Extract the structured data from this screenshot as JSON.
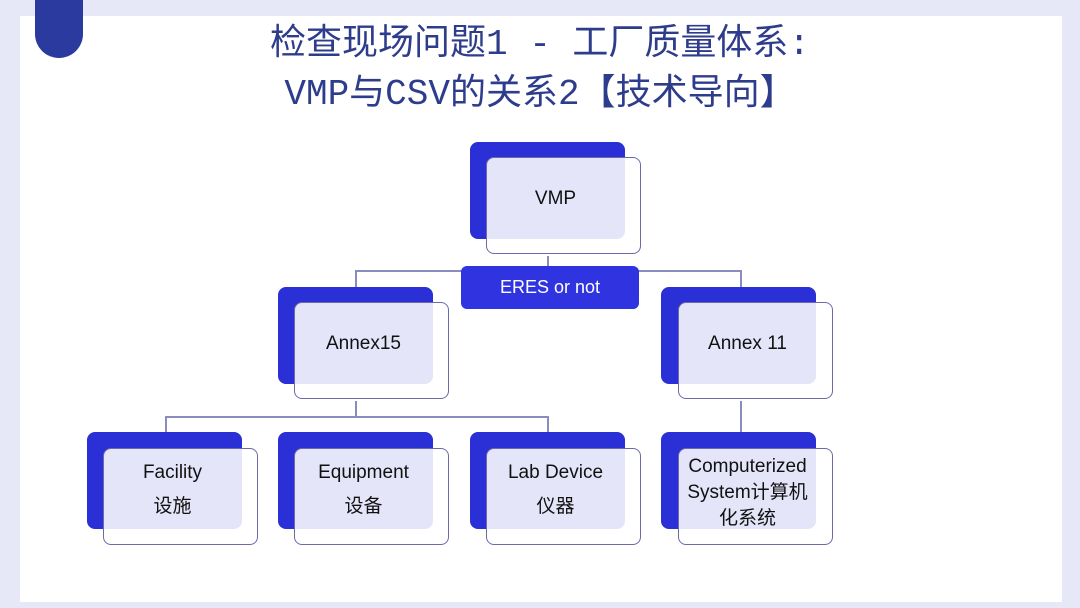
{
  "title": {
    "line1": "检查现场问题1 - 工厂质量体系:",
    "line2": "VMP与CSV的关系2【技术导向】"
  },
  "nodes": {
    "vmp": "VMP",
    "eres": "ERES or not",
    "annex15": "Annex15",
    "annex11": "Annex 11",
    "facility": {
      "en": "Facility",
      "zh": "设施"
    },
    "equipment": {
      "en": "Equipment",
      "zh": "设备"
    },
    "lab_device": {
      "en": "Lab Device",
      "zh": "仪器"
    },
    "computerized": {
      "en": "Computerized",
      "zh1": "System计算机",
      "zh2": "化系统"
    }
  }
}
